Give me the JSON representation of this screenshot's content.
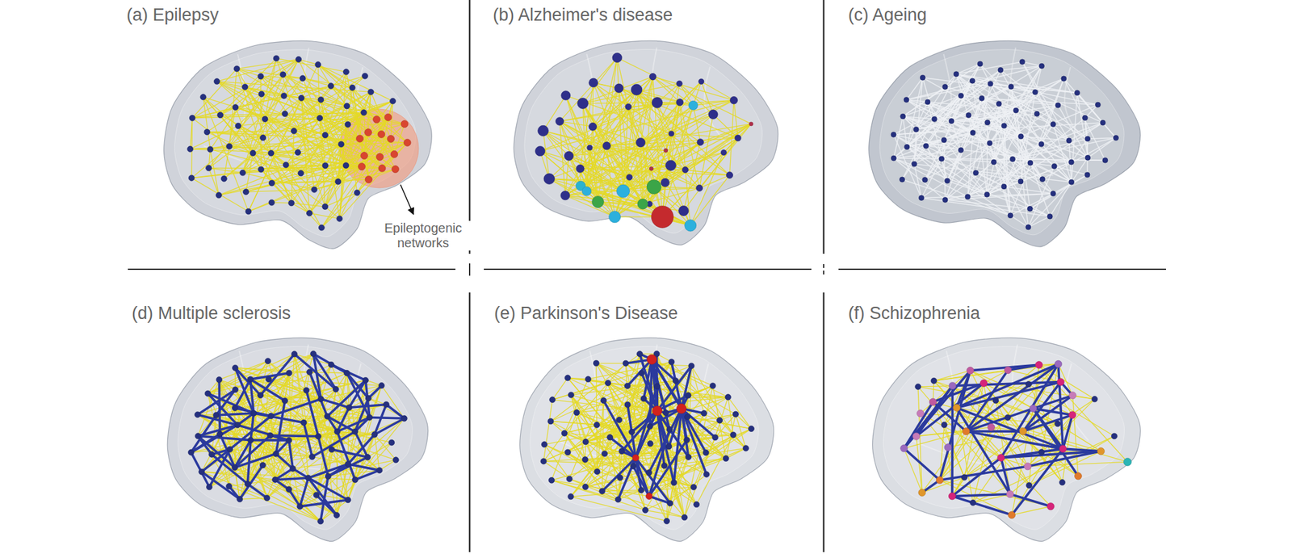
{
  "diagram": {
    "labels": [
      "(a) Epilepsy",
      "Epileptogenic networks",
      "(b) Alzheimer's disease",
      "(c) Ageing",
      "(d) Multiple sclerosis",
      "(e) Parkinson's Disease",
      "(f) Schizophrenia"
    ]
  }
}
